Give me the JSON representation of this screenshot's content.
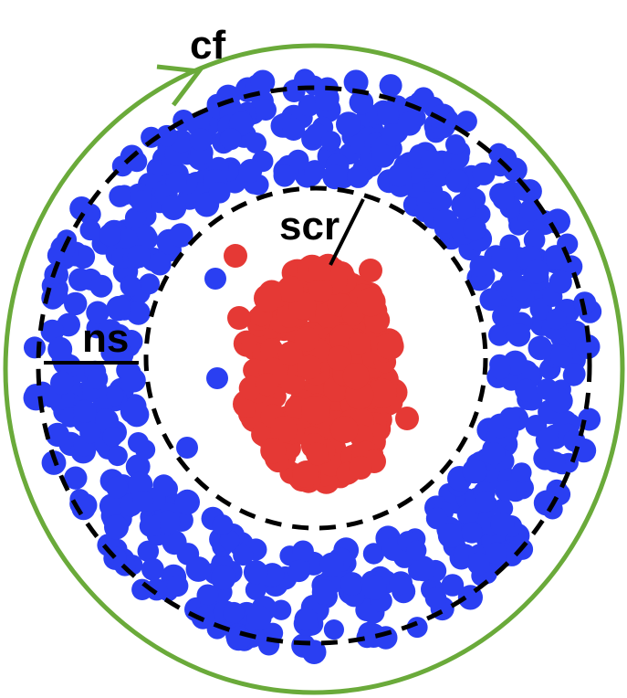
{
  "labels": {
    "outer_circle": "cf",
    "inner_boundary": "scr",
    "band_width": "ns"
  },
  "colors": {
    "outer_circle": "#6aaa3a",
    "dashed_circles": "#000000",
    "outer_points": "#2a3ff2",
    "inner_cluster": "#e53935",
    "background": "#ffffff"
  }
}
